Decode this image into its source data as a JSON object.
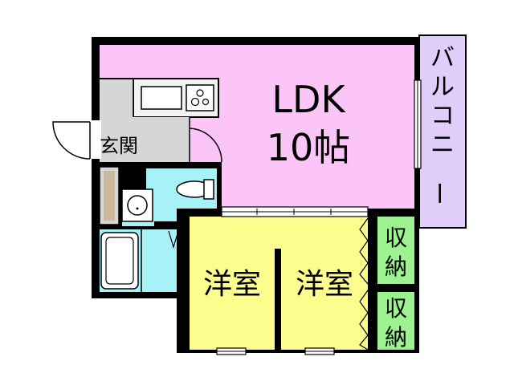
{
  "rooms": {
    "ldk_name": "LDK",
    "ldk_size": "10帖",
    "entrance": "玄関",
    "western_room_1": "洋室",
    "western_room_2": "洋室",
    "storage_1": "収納",
    "storage_2": "収納",
    "balcony": "バルコニー"
  },
  "colors": {
    "ldk": "#fbc6f7",
    "western_room": "#fdfd8e",
    "wet_area": "#a6f2f6",
    "storage": "#9bf28f",
    "balcony": "#e0cdfa",
    "entrance": "#d6d6d6",
    "wall": "#000000"
  }
}
